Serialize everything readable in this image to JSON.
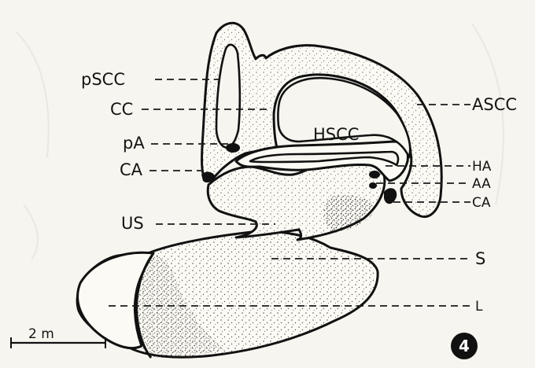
{
  "figure": {
    "number": "4",
    "scale_bar": "2 m",
    "labels_left": [
      {
        "id": "pscc",
        "text": "pSCC"
      },
      {
        "id": "cc",
        "text": "CC"
      },
      {
        "id": "pa",
        "text": "pA"
      },
      {
        "id": "ca_left",
        "text": "CA"
      },
      {
        "id": "us",
        "text": "US"
      }
    ],
    "labels_right": [
      {
        "id": "ascc",
        "text": "ASCC"
      },
      {
        "id": "ha",
        "text": "HA"
      },
      {
        "id": "aa",
        "text": "AA"
      },
      {
        "id": "ca_right",
        "text": "CA"
      },
      {
        "id": "s",
        "text": "S"
      },
      {
        "id": "l",
        "text": "L"
      }
    ],
    "labels_inner": [
      {
        "id": "hscc",
        "text": "HSCC"
      }
    ]
  }
}
